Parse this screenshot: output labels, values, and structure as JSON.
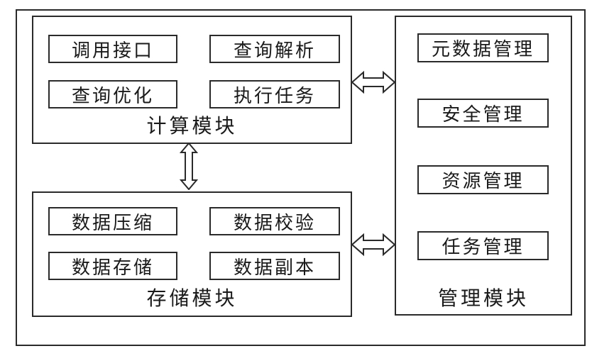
{
  "diagram": {
    "title": "distributed-system-architecture-block-diagram",
    "colors": {
      "line": "#2a2a2a",
      "text": "#1a1a1a",
      "background": "#ffffff",
      "box_fill": "#ffffff"
    },
    "modules": [
      {
        "id": "compute",
        "label": "计算模块",
        "components": [
          "调用接口",
          "查询解析",
          "查询优化",
          "执行任务"
        ]
      },
      {
        "id": "storage",
        "label": "存储模块",
        "components": [
          "数据压缩",
          "数据校验",
          "数据存储",
          "数据副本"
        ]
      },
      {
        "id": "management",
        "label": "管理模块",
        "components": [
          "元数据管理",
          "安全管理",
          "资源管理",
          "任务管理"
        ]
      }
    ],
    "connections": [
      {
        "from": "计算模块",
        "to": "管理模块",
        "type": "bidirectional",
        "orientation": "horizontal",
        "style": "hollow-double-arrow"
      },
      {
        "from": "存储模块",
        "to": "管理模块",
        "type": "bidirectional",
        "orientation": "horizontal",
        "style": "hollow-double-arrow"
      },
      {
        "from": "计算模块",
        "to": "存储模块",
        "type": "bidirectional",
        "orientation": "vertical",
        "style": "hollow-double-arrow"
      }
    ]
  }
}
